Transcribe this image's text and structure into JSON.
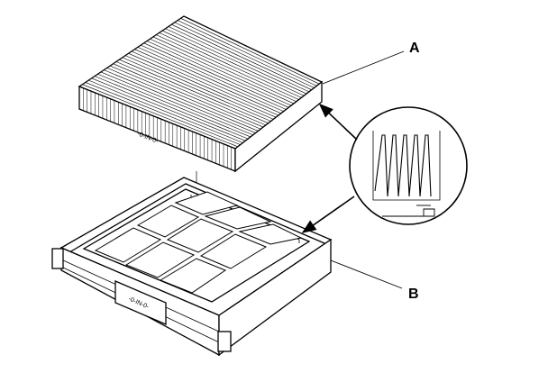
{
  "diagram": {
    "callouts": {
      "a": "A",
      "b": "B"
    },
    "parts": {
      "filter_mark": "-0-IN-0-",
      "holder_mark": "-0-IN-0-"
    },
    "colors": {
      "ink": "#000000",
      "background": "#ffffff"
    }
  }
}
